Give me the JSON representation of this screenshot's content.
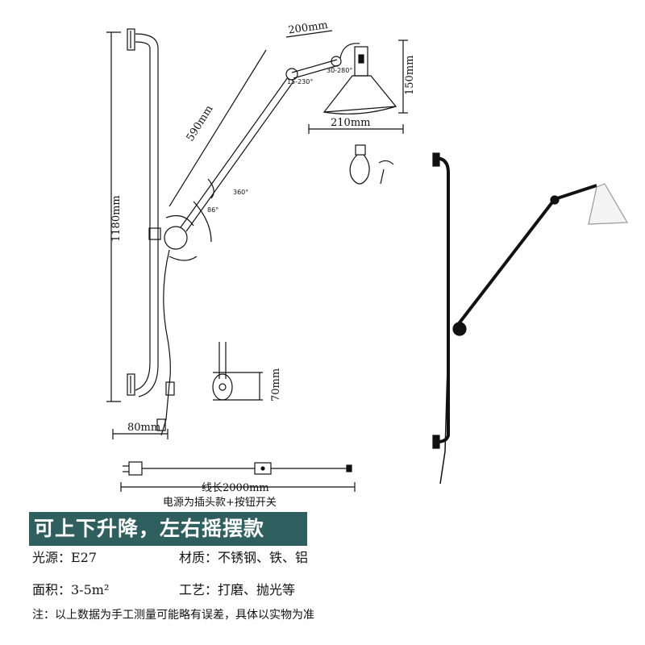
{
  "dimensions": {
    "shade_width_top": "200mm",
    "shade_height": "150mm",
    "shade_width_bottom": "210mm",
    "arm_length": "590mm",
    "total_height": "1180mm",
    "base_width": "80mm",
    "mount_height": "70mm"
  },
  "angles": {
    "joint_lower": "15-230°",
    "joint_upper": "30-280°",
    "rotation": "360°",
    "tilt": "86°"
  },
  "cable": {
    "length_label": "线长2000mm",
    "power_note": "电源为插头款+按钮开关"
  },
  "banner": "可上下升降，左右摇摆款",
  "specs": {
    "light_source": "光源：E27",
    "material": "材质：不锈钢、铁、铝",
    "area": "面积：3-5m²",
    "process": "工艺：打磨、抛光等"
  },
  "note": "注：以上数据为手工测量可能略有误差，具体以实物为准",
  "colors": {
    "banner_bg": "#2f5f5e",
    "line": "#111111",
    "shade_white": "#f4f4f4"
  }
}
